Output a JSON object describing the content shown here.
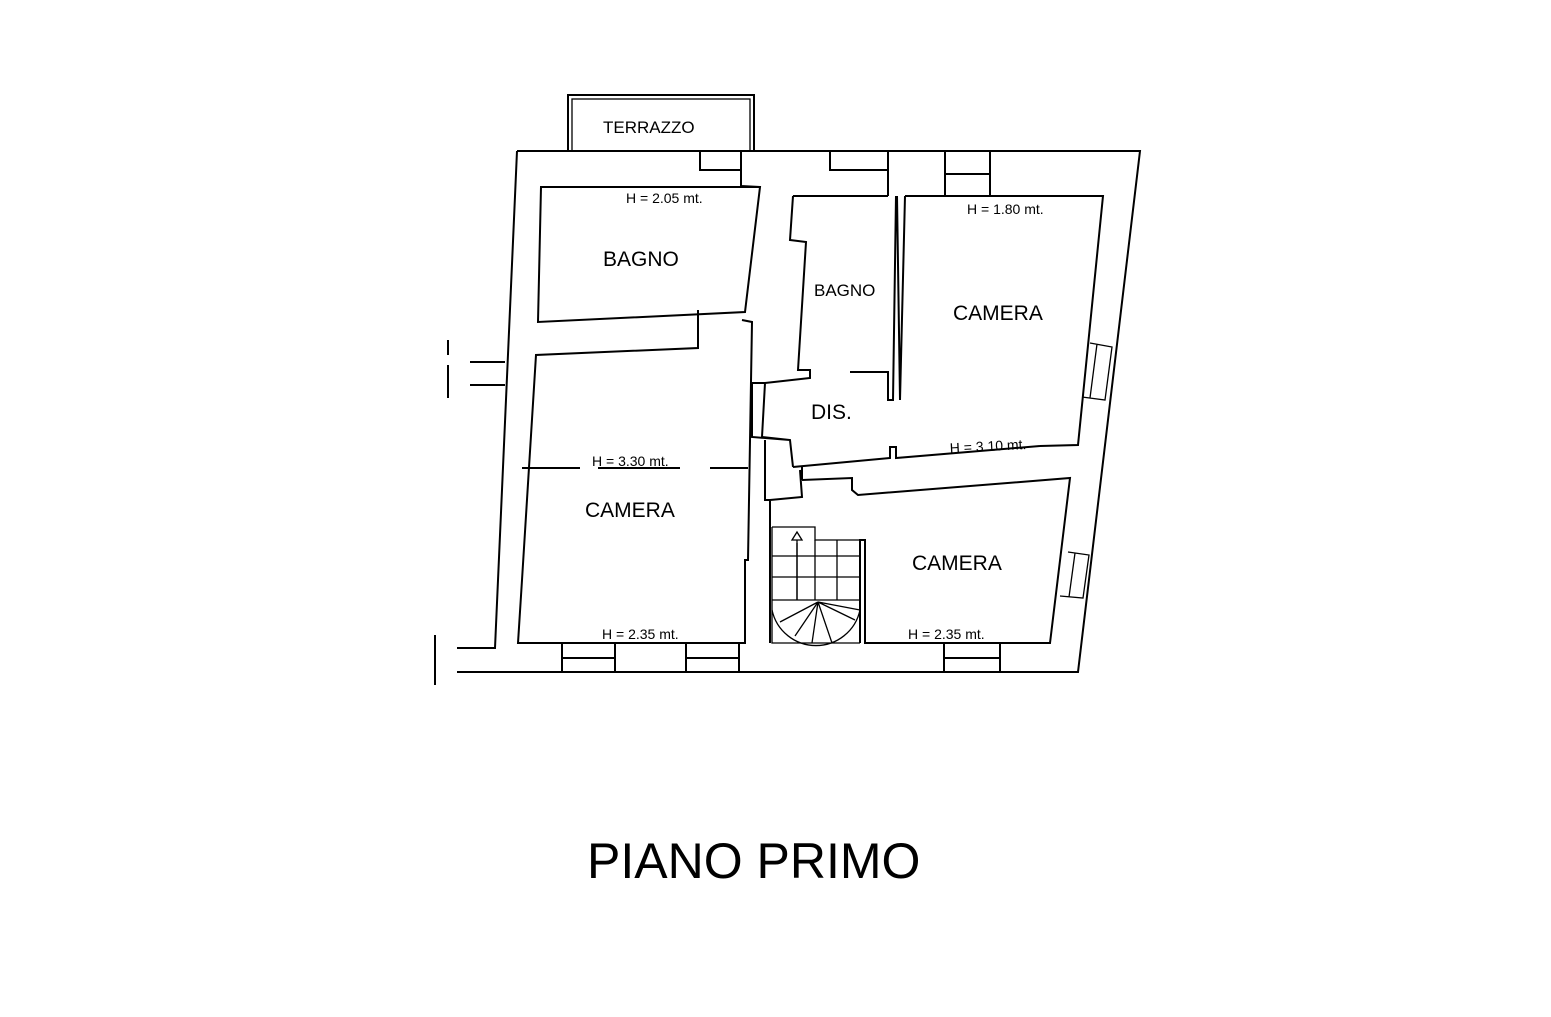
{
  "plan": {
    "title": "PIANO PRIMO",
    "rooms": {
      "terrazzo": "TERRAZZO",
      "bagno_1": "BAGNO",
      "bagno_2": "BAGNO",
      "camera_1": "CAMERA",
      "camera_2": "CAMERA",
      "camera_3": "CAMERA",
      "dis": "DIS."
    },
    "heights": {
      "bagno_1": "H = 2.05 mt.",
      "camera_top_right": "H = 1.80 mt.",
      "camera_left_mid": "H = 3.30 mt.",
      "camera_top_right_bottom": "H = 3.10 mt.",
      "camera_left_bottom": "H = 2.35 mt.",
      "camera_bottom_right": "H = 2.35 mt."
    }
  }
}
